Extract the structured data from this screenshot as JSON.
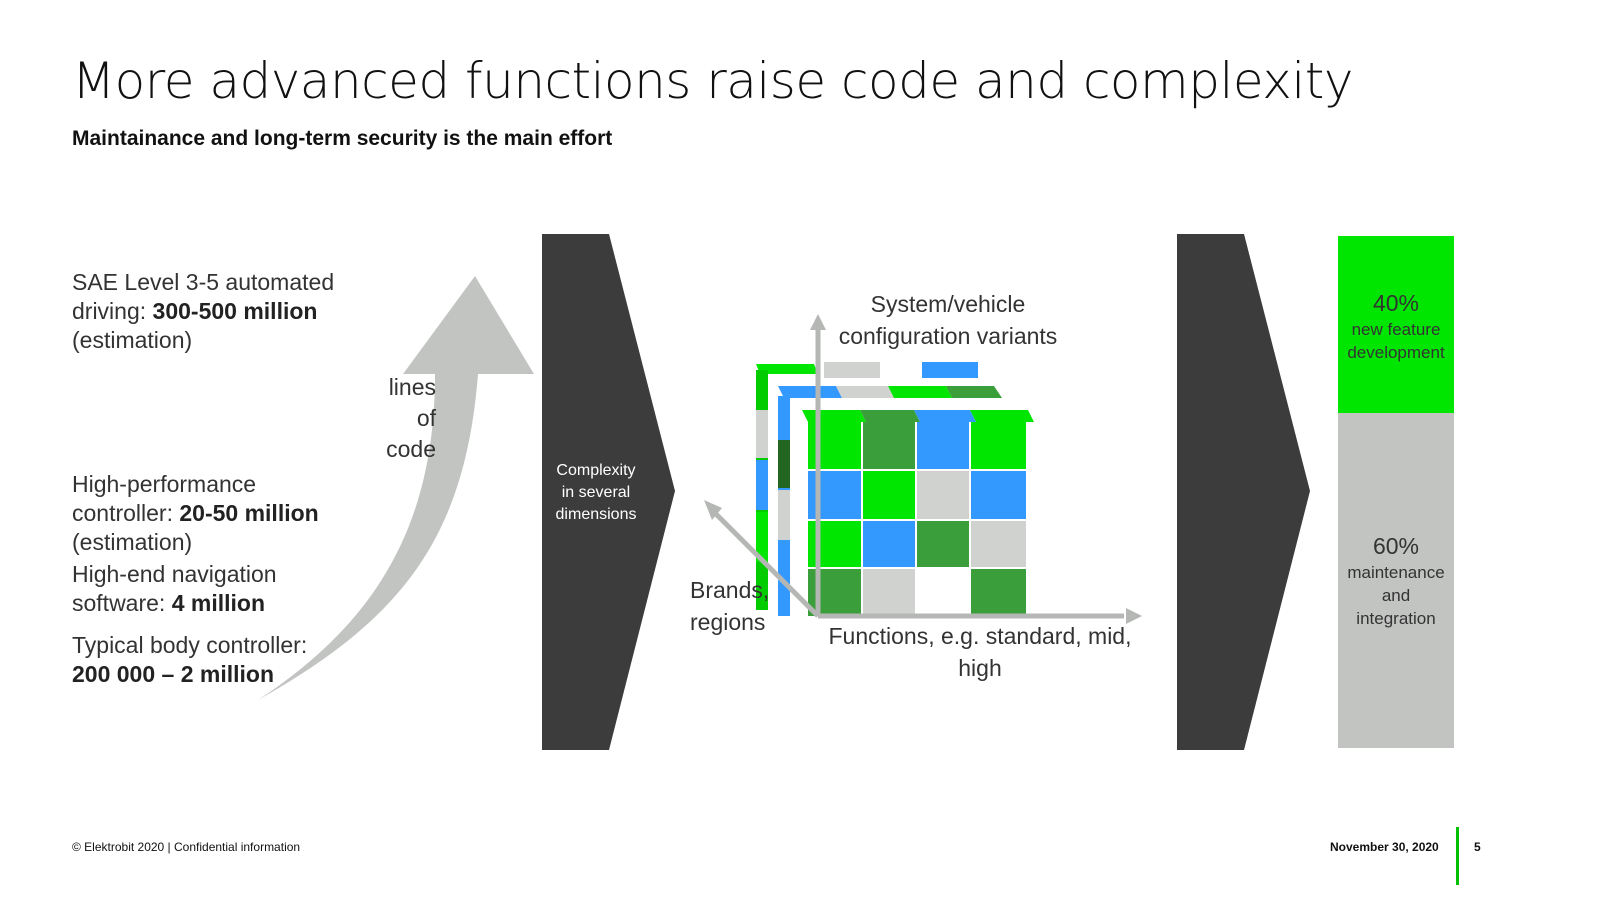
{
  "title": "More advanced functions raise code and complexity",
  "subtitle": "Maintainance  and long-term security is the main effort",
  "loc_levels": [
    {
      "prefix": "SAE Level 3-5 automated driving: ",
      "value": "300-500 million",
      "suffix": "(estimation)"
    },
    {
      "prefix": "High-performance controller: ",
      "value": "20-50 million",
      "suffix": "(estimation)"
    },
    {
      "prefix": "High-end navigation software: ",
      "value": "4 million",
      "suffix": ""
    },
    {
      "prefix": "Typical body controller:",
      "value": "200 000 – 2 million",
      "suffix": ""
    }
  ],
  "loc_arrow_label": [
    "lines",
    "of",
    "code"
  ],
  "complexity_label": "Complexity in several dimensions",
  "cube": {
    "axis_y_label": "System/vehicle configuration variants",
    "axis_z_label": "Brands, regions",
    "axis_x_label": "Functions, e.g. standard, mid, high",
    "colors": {
      "bright_green": "#00e600",
      "dark_green": "#3a9e3a",
      "blue": "#3399ff",
      "grey": "#cfd2cf",
      "white": "#ffffff"
    }
  },
  "effort_bar": {
    "segments": [
      {
        "pct": "40%",
        "label": "new feature development",
        "color": "#00e600",
        "share": 0.4
      },
      {
        "pct": "60%",
        "label": "maintenance and integration",
        "color": "#c2c4c2",
        "share": 0.6
      }
    ]
  },
  "footer": {
    "left": "© Elektrobit 2020 | Confidential information",
    "date": "November 30, 2020",
    "page": "5"
  },
  "accent_color": "#00c000"
}
